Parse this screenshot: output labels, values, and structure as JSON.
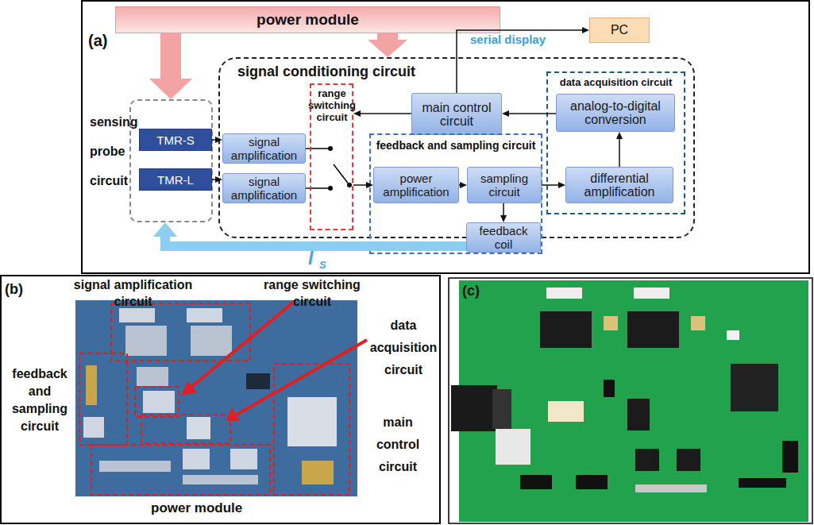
{
  "diagram": {
    "nodes": [
      {
        "text": [
          "power module"
        ]
      },
      {
        "text": [
          "PC"
        ]
      },
      {
        "text": [
          "sensing probe circuit"
        ]
      },
      {
        "text": [
          "TMR-S"
        ],
        "in": 2
      },
      {
        "text": [
          "TMR-L"
        ],
        "in": 2
      },
      {
        "text": [
          "signal conditioning circuit"
        ]
      },
      {
        "text": [
          "signal amplification"
        ],
        "in": 5
      },
      {
        "text": [
          "signal amplification"
        ],
        "in": 5
      },
      {
        "text": [
          "range switching circuit"
        ],
        "in": 5
      },
      {
        "text": [
          "main control circuit"
        ],
        "in": 5
      },
      {
        "text": [
          "data acquisition circuit"
        ],
        "in": 5
      },
      {
        "text": [
          "analog-to-digital conversion"
        ],
        "in": 10
      },
      {
        "text": [
          "differential amplification"
        ],
        "in": 10
      },
      {
        "text": [
          "feedback and sampling circuit"
        ],
        "in": 5
      },
      {
        "text": [
          "power amplification"
        ],
        "in": 13
      },
      {
        "text": [
          "sampling circuit"
        ],
        "in": 13
      },
      {
        "text": [
          "feedback coil"
        ],
        "in": 13
      }
    ],
    "edges": [
      {
        "from": 0,
        "to": 2,
        "arrow": "to"
      },
      {
        "from": 0,
        "to": 5,
        "arrow": "to"
      },
      {
        "from": 3,
        "to": 6,
        "arrow": "to"
      },
      {
        "from": 4,
        "to": 7,
        "arrow": "to"
      },
      {
        "from": 6,
        "to": 8,
        "arrow": "none"
      },
      {
        "from": 7,
        "to": 8,
        "arrow": "none"
      },
      {
        "from": 8,
        "to": 14,
        "arrow": "to"
      },
      {
        "from": 14,
        "to": 15,
        "arrow": "to"
      },
      {
        "from": 15,
        "to": 12,
        "arrow": "to"
      },
      {
        "from": 15,
        "to": 16,
        "arrow": "to"
      },
      {
        "from": 12,
        "to": 11,
        "arrow": "to"
      },
      {
        "from": 11,
        "to": 9,
        "arrow": "to"
      },
      {
        "from": 9,
        "to": 8,
        "arrow": "to"
      },
      {
        "from": 9,
        "to": 1,
        "label": "serial display",
        "arrow": "to"
      },
      {
        "from": 16,
        "to": 2,
        "arrow": "to"
      }
    ],
    "labels": [
      "(a)",
      "I",
      "S",
      "(b)",
      "signal amplification circuit",
      "range switching circuit",
      "data acquisition circuit",
      "feedback and sampling circuit",
      "main control circuit",
      "power module",
      "(c)"
    ]
  }
}
